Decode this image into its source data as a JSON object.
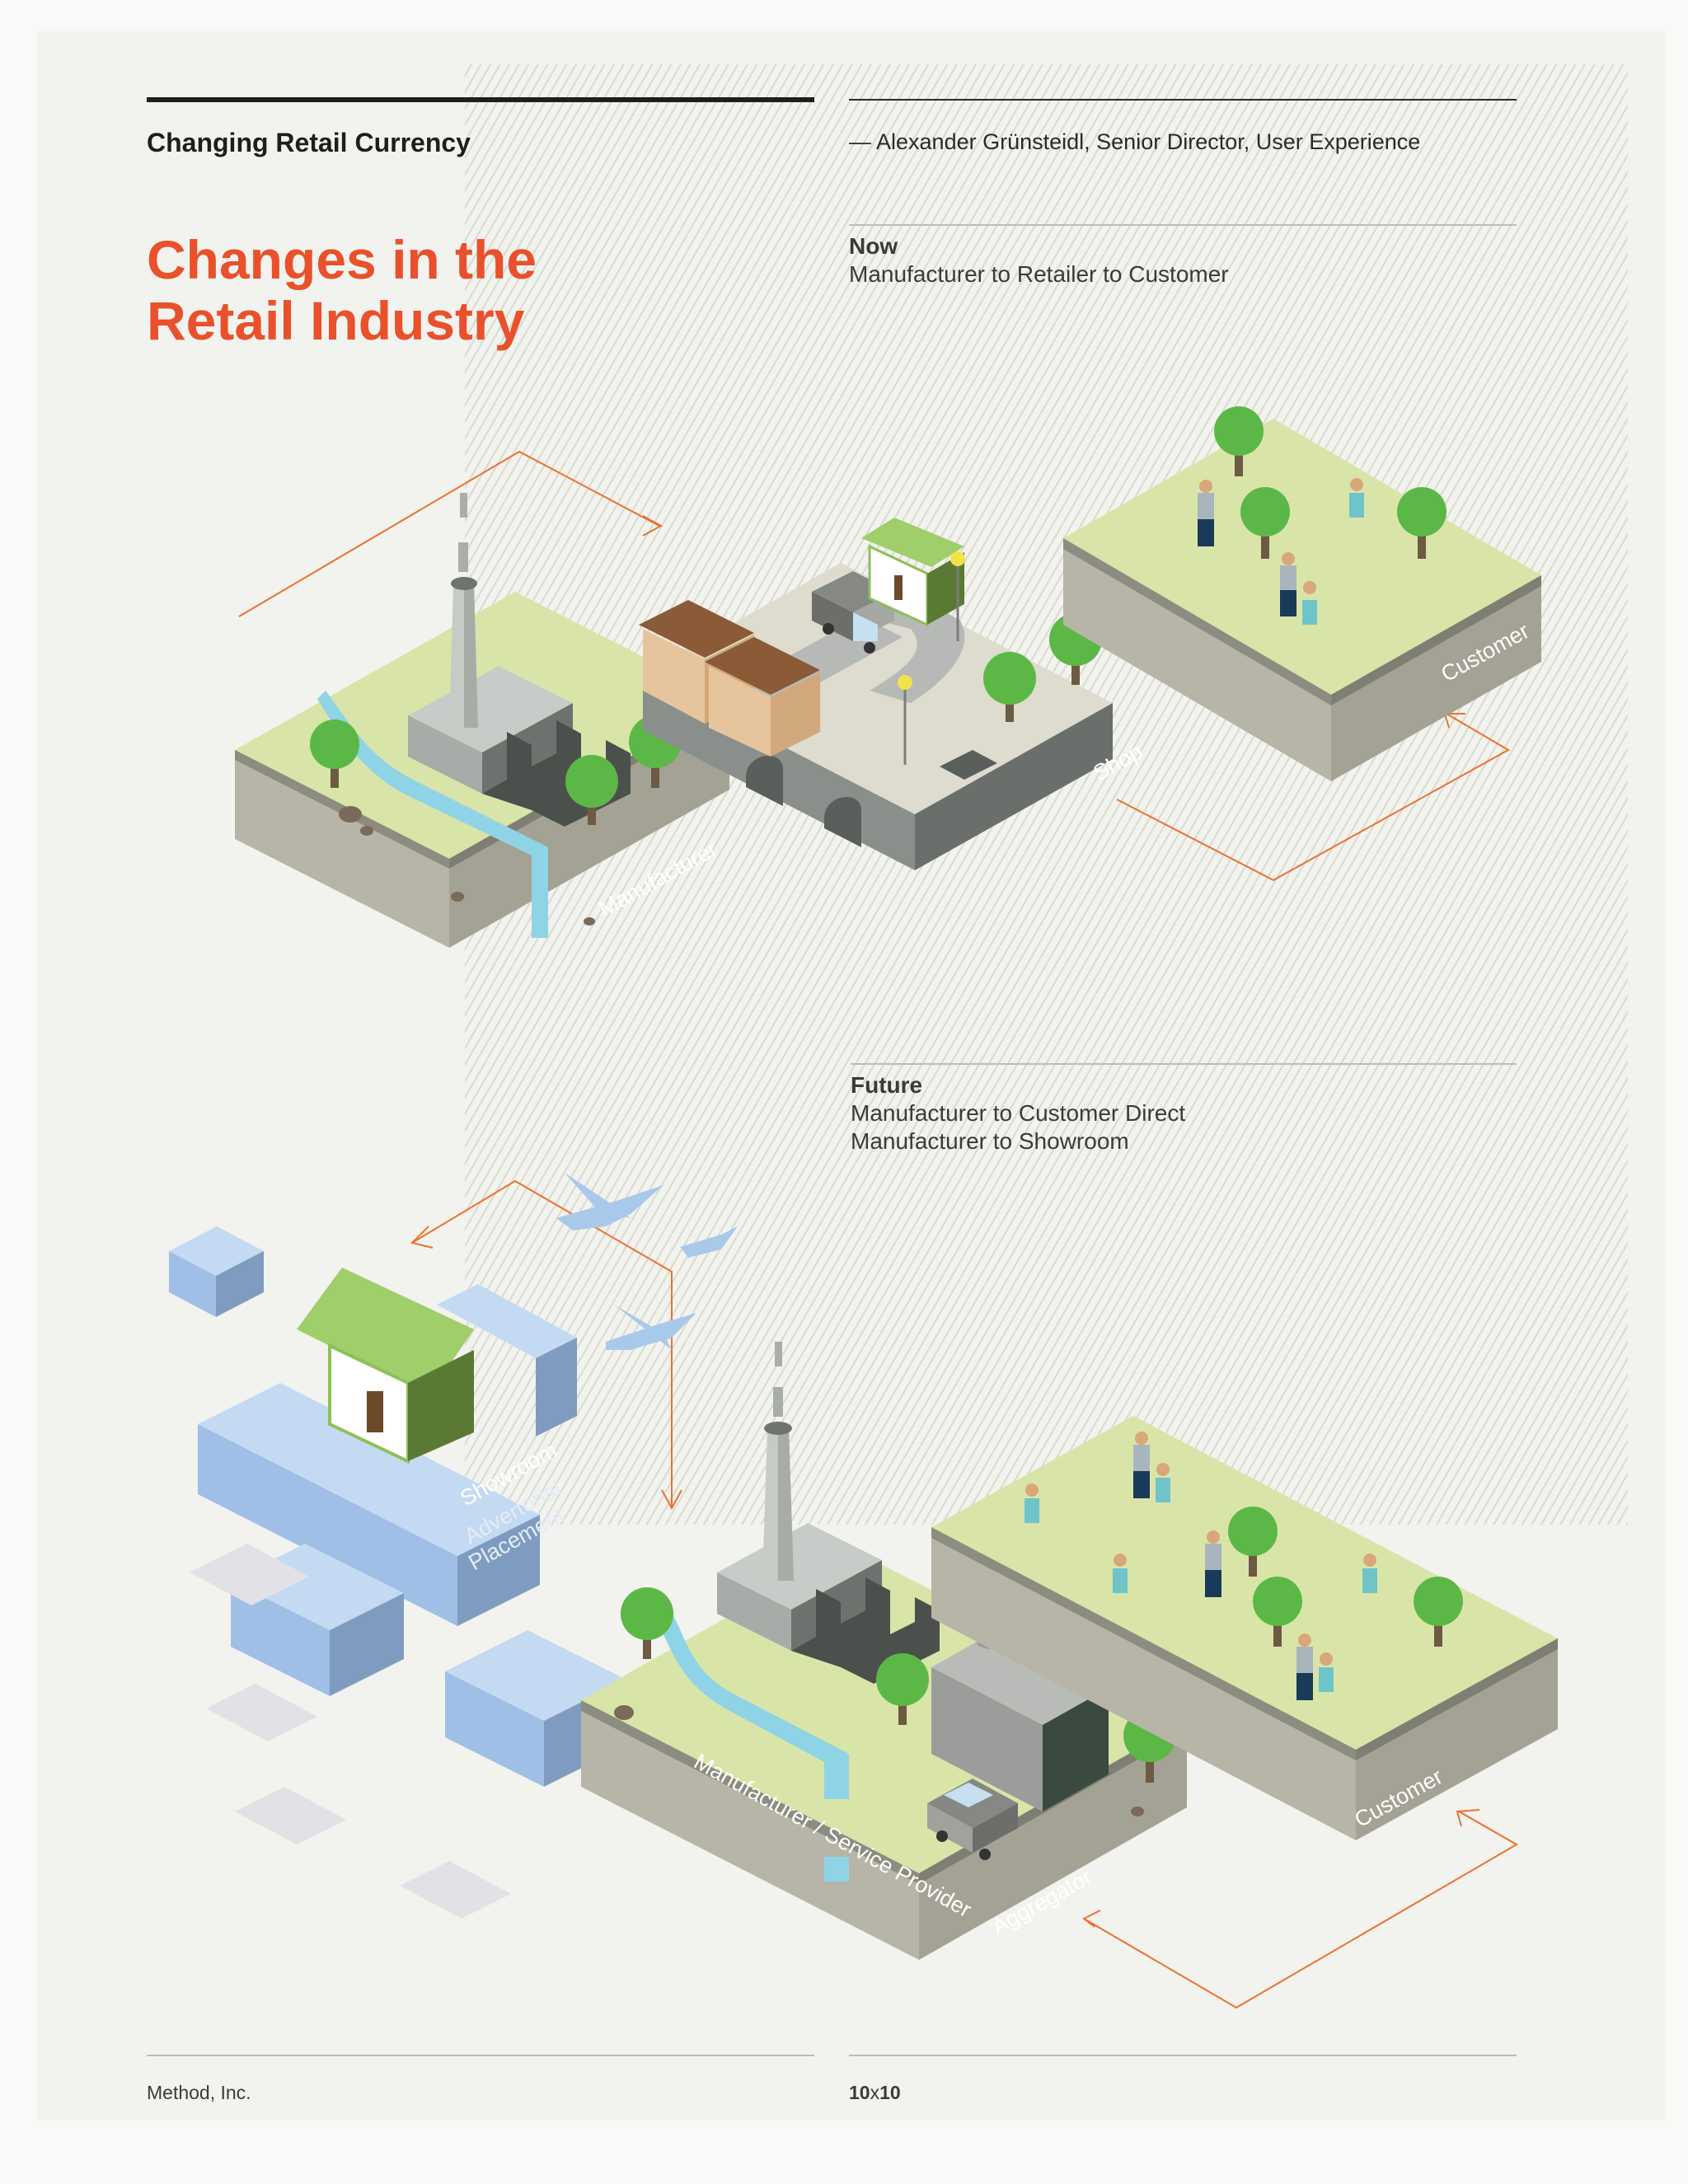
{
  "header": {
    "kicker": "Changing Retail Currency",
    "byline": "— Alexander Grünsteidl, Senior Director, User Experience"
  },
  "headline": "Changes in the Retail Industry",
  "now": {
    "title": "Now",
    "lines": [
      "Manufacturer to Retailer to Customer"
    ],
    "labels": {
      "manufacturer": "Manufacturer",
      "shop": "Shop",
      "customer": "Customer"
    }
  },
  "future": {
    "title": "Future",
    "lines": [
      "Manufacturer to Customer Direct",
      "Manufacturer to Showroom"
    ],
    "labels": {
      "showroom": "Showroom",
      "advertorial_1": "Advertorial",
      "advertorial_2": "Placement",
      "manufacturer": "Manufacturer / Service Provider",
      "aggregator": "Aggregator",
      "customer": "Customer"
    }
  },
  "footer": {
    "left": "Method, Inc.",
    "right_a": "10",
    "right_x": "x",
    "right_b": "10"
  },
  "colors": {
    "accent": "#e8512b",
    "grass": "#d9e5a8",
    "tree": "#5cb846",
    "soil": "#a3a294",
    "river": "#8fd3e6",
    "showroom_blue": "#a9c6e8"
  }
}
